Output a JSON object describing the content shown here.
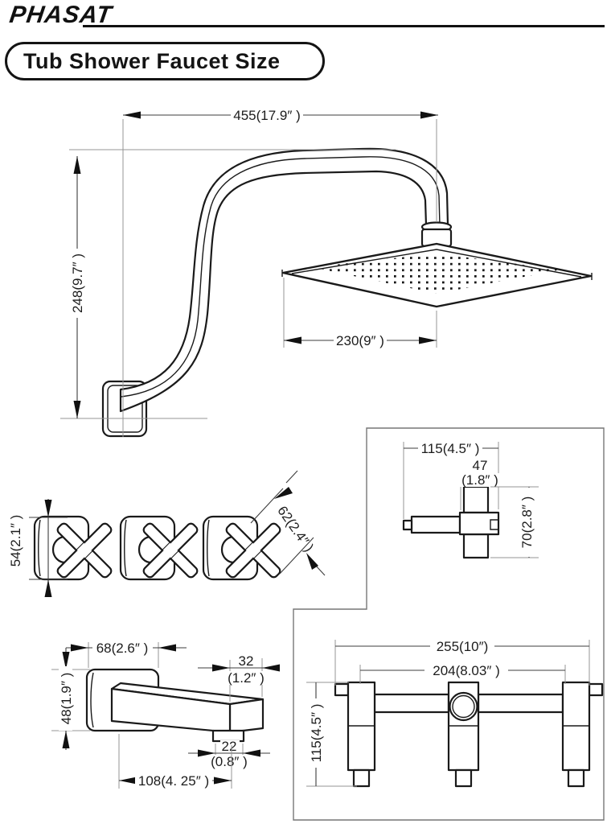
{
  "header": {
    "brand": "PHASAT",
    "title": "Tub Shower Faucet Size"
  },
  "diagrams": {
    "shower": {
      "label": "shower arm and rainfall head",
      "arm_reach": "455(17.9″ )",
      "arm_height": "248(9.7″ )",
      "head_width": "230(9″ )"
    },
    "handles": {
      "label": "three cross handles",
      "base_height": "54(2.1″ )",
      "cross_diagonal": "62(2.4″ )"
    },
    "valve_side": {
      "label": "valve side view",
      "width": "115(4.5″ )",
      "top_mm": "47",
      "top_in": "(1.8″ )",
      "height": "70(2.8″ )"
    },
    "spout": {
      "label": "tub spout",
      "plate_width": "68(2.6″ )",
      "plate_height": "48(1.9″ )",
      "end_mm": "32",
      "end_in": "(1.2″ )",
      "outlet_mm": "22",
      "outlet_in": "(0.8″ )",
      "length": "108(4. 25″ )"
    },
    "valve_body": {
      "label": "rough-in valve body front view",
      "overall_width": "255(10″)",
      "port_centers": "204(8.03″ )",
      "height": "115(4.5″ )"
    }
  }
}
